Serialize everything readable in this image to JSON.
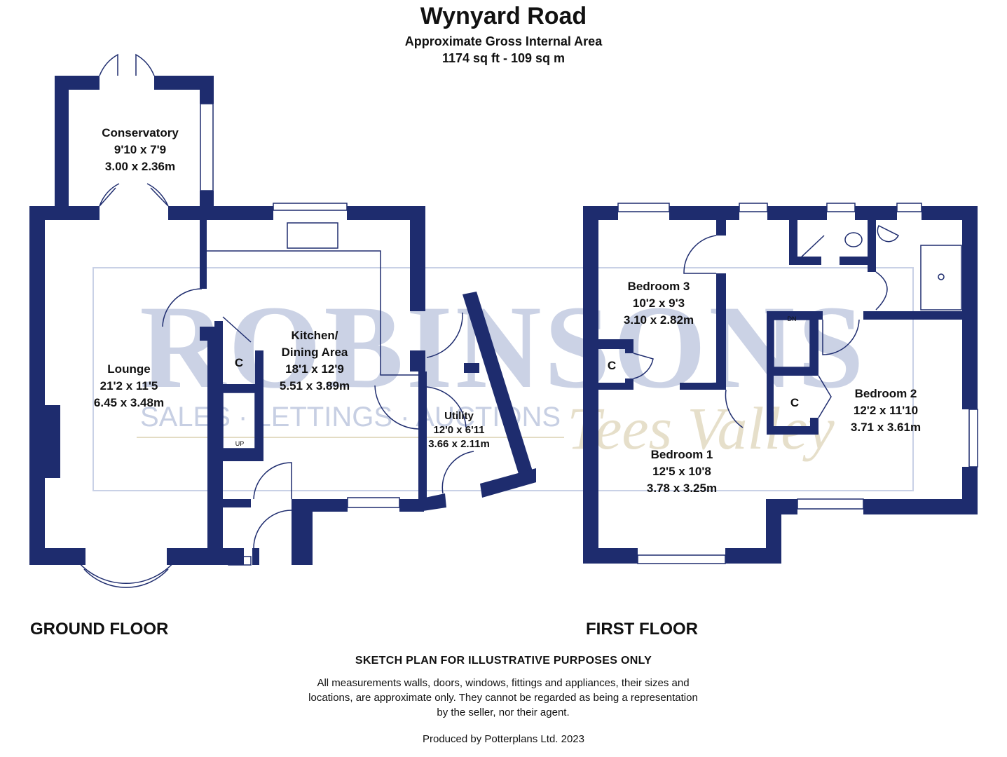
{
  "header": {
    "title": "Wynyard Road",
    "subtitle": "Approximate Gross Internal Area",
    "area": "1174 sq ft - 109 sq m"
  },
  "watermark": {
    "brand": "ROBINSONS",
    "tagline": "SALES · LETTINGS · AUCTIONS",
    "region": "Tees Valley"
  },
  "colors": {
    "wall": "#1e2c6e",
    "watermark": "#b9c3dc",
    "watermark_gold": "#e3dcc4"
  },
  "ground_floor": {
    "label": "GROUND FLOOR",
    "rooms": {
      "conservatory": {
        "name": "Conservatory",
        "imperial": "9'10 x 7'9",
        "metric": "3.00 x 2.36m"
      },
      "lounge": {
        "name": "Lounge",
        "imperial": "21'2 x 11'5",
        "metric": "6.45 x 3.48m"
      },
      "kitchen": {
        "name_line1": "Kitchen/",
        "name_line2": "Dining Area",
        "imperial": "18'1 x 12'9",
        "metric": "5.51 x 3.89m"
      },
      "utility": {
        "name": "Utility",
        "imperial": "12'0 x 6'11",
        "metric": "3.66 x 2.11m"
      },
      "cupboard": {
        "name": "C"
      },
      "stairs": {
        "label": "UP"
      }
    }
  },
  "first_floor": {
    "label": "FIRST FLOOR",
    "rooms": {
      "bedroom3": {
        "name": "Bedroom 3",
        "imperial": "10'2 x 9'3",
        "metric": "3.10 x 2.82m"
      },
      "bedroom1": {
        "name": "Bedroom 1",
        "imperial": "12'5 x 10'8",
        "metric": "3.78 x 3.25m"
      },
      "bedroom2": {
        "name": "Bedroom 2",
        "imperial": "12'2 x 11'10",
        "metric": "3.71 x 3.61m"
      },
      "cupboard_a": {
        "name": "C"
      },
      "cupboard_b": {
        "name": "C"
      },
      "stairs": {
        "label": "DN"
      }
    }
  },
  "disclaimer": {
    "heading": "SKETCH PLAN FOR ILLUSTRATIVE PURPOSES ONLY",
    "body": "All measurements walls, doors, windows, fittings and appliances, their sizes and locations, are approximate only. They cannot be regarded as being a representation by the seller, nor their agent."
  },
  "credit": "Produced by Potterplans Ltd. 2023"
}
